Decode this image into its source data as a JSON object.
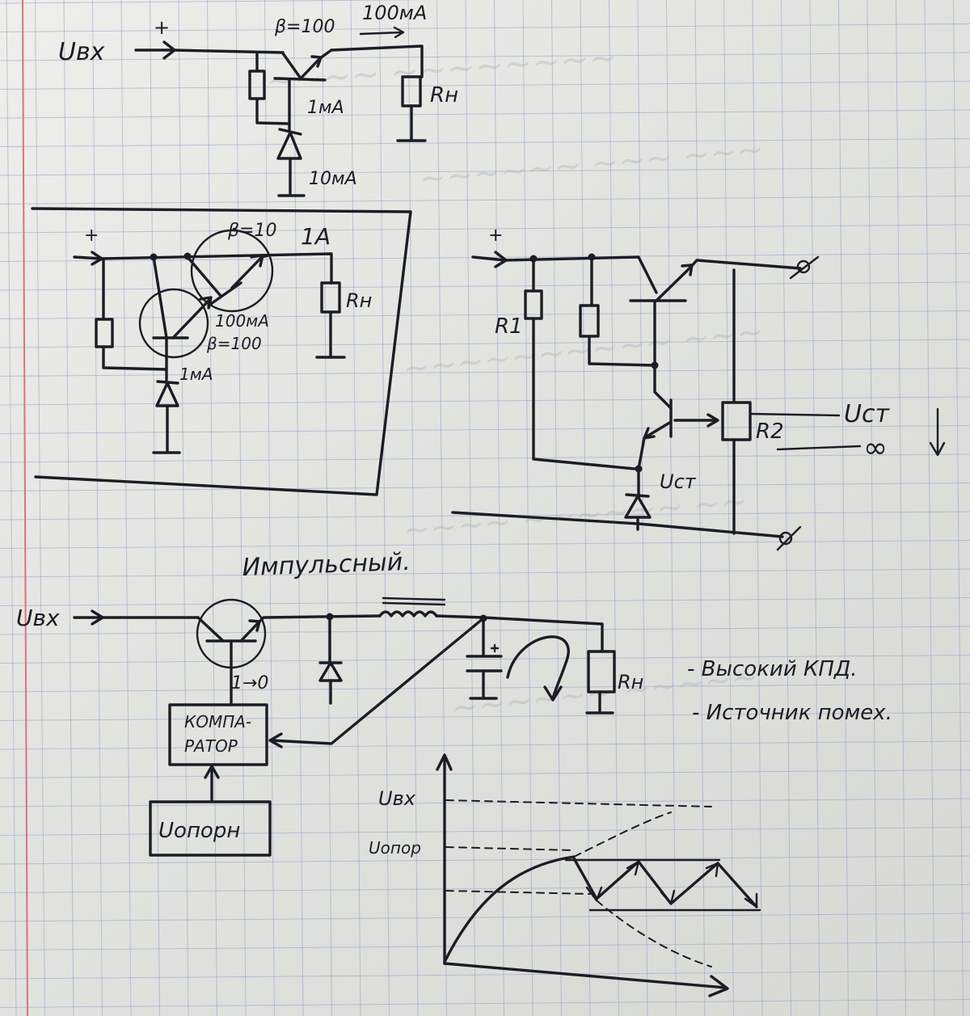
{
  "labels": {
    "uin_top": "Uвх",
    "plus_top": "+",
    "beta_100_top": "β=100",
    "current_100ma_top": "100мА",
    "rn_top": "Rн",
    "current_1ma_top": "1мА",
    "current_10ma_top": "10мА",
    "plus_mid": "+",
    "beta_10": "β=10",
    "current_1a": "1А",
    "rn_mid": "Rн",
    "current_100ma_mid": "100мА",
    "beta_100_mid": "β=100",
    "current_1ma_mid": "1мА",
    "plus_right": "+",
    "r1": "R1",
    "r2": "R2",
    "u_st_right": "Uст",
    "infinity": "∞",
    "u_st_bottom": "Uст",
    "title_pulse": "Импульсный.",
    "uin_pulse": "Uвх",
    "switch_state": "1→0",
    "comparator_line1": "КОМПА-",
    "comparator_line2": "РАТОР",
    "reference_box": "Uопорн",
    "rn_pulse": "Rн",
    "note_efficiency": "- Высокий КПД.",
    "note_noise": "- Источник помех.",
    "graph_uin": "Uвх",
    "graph_uref": "Uопор"
  },
  "colors": {
    "ink": "#1c1c24",
    "grid": "#8fa0c9",
    "margin_line": "#e0707e",
    "paper": "#e8e8e4"
  },
  "icons": [
    "npn-transistor-icon",
    "zener-diode-icon",
    "resistor-icon",
    "capacitor-icon",
    "inductor-icon",
    "terminal-icon",
    "ground-icon"
  ]
}
